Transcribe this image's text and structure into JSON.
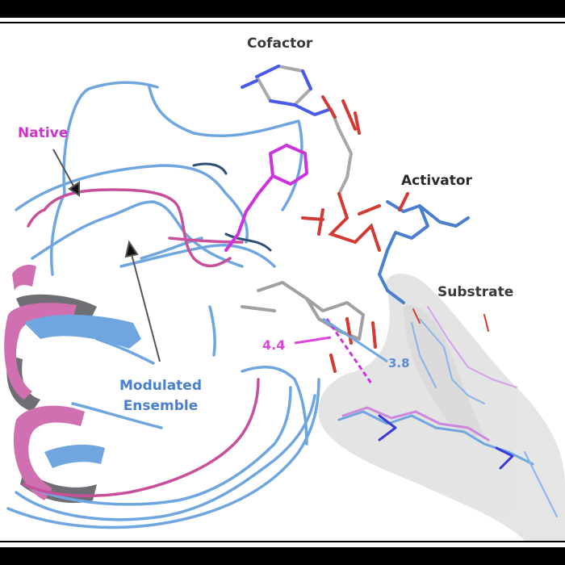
{
  "figure": {
    "type": "protein-structure-overlay",
    "labels": {
      "cofactor": "Cofactor",
      "activator": "Activator",
      "substrate": "Substrate",
      "native": "Native",
      "modulated_line1": "Modulated",
      "modulated_line2": "Ensemble"
    },
    "distances": {
      "native_distance": "4.4",
      "modulated_distance": "3.8"
    },
    "colors": {
      "native": "#c8509a",
      "native_label": "#cc33cc",
      "modulated": "#6fa6e0",
      "modulated_label": "#4a7fd0",
      "helix_back": "#6e6e74",
      "surface": "#d4d4d4",
      "carbon": "#a8a8a8",
      "nitrogen": "#4a5ae8",
      "oxygen": "#d23a32",
      "ligand_magenta": "#cc33dd"
    }
  }
}
